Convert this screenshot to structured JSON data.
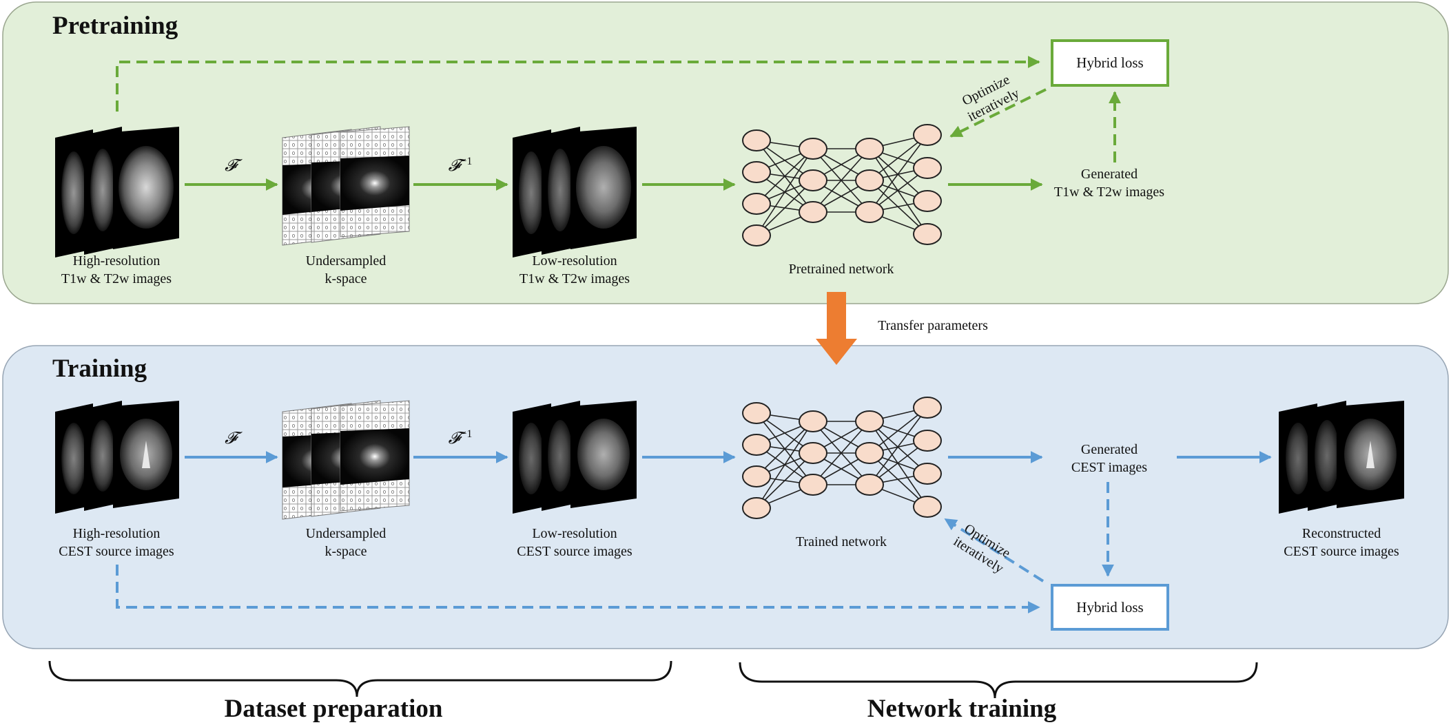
{
  "colors": {
    "pretrain_bg": "#e2efd9",
    "train_bg": "#dde8f3",
    "green": "#6aaa3a",
    "blue": "#5b9bd5",
    "orange": "#ed7d31",
    "node_fill": "#f8dccb"
  },
  "pretraining": {
    "title": "Pretraining",
    "input_label": [
      "High-resolution",
      "T1w & T2w images"
    ],
    "fourier_symbol": "𝓕",
    "kspace_label": [
      "Undersampled",
      "k-space"
    ],
    "inverse_fourier_symbol": "𝓕",
    "inverse_exponent": "−1",
    "lowres_label": [
      "Low-resolution",
      "T1w & T2w images"
    ],
    "network_label": "Pretrained network",
    "generated_label": [
      "Generated",
      "T1w & T2w images"
    ],
    "loss_label": "Hybrid loss",
    "optimize_label": [
      "Optimize",
      "iteratively"
    ]
  },
  "transfer_label": "Transfer parameters",
  "training": {
    "title": "Training",
    "input_label": [
      "High-resolution",
      "CEST source images"
    ],
    "fourier_symbol": "𝓕",
    "kspace_label": [
      "Undersampled",
      "k-space"
    ],
    "inverse_fourier_symbol": "𝓕",
    "inverse_exponent": "−1",
    "lowres_label": [
      "Low-resolution",
      "CEST source images"
    ],
    "network_label": "Trained network",
    "generated_label": [
      "Generated",
      "CEST images"
    ],
    "loss_label": "Hybrid loss",
    "optimize_label": [
      "Optimize",
      "iteratively"
    ],
    "output_label": [
      "Reconstructed",
      "CEST source images"
    ]
  },
  "bottom": {
    "dataset_preparation": "Dataset preparation",
    "network_training": "Network training"
  },
  "icons": [
    "mri-slice-stack-icon",
    "kspace-stack-icon",
    "neural-network-icon"
  ]
}
